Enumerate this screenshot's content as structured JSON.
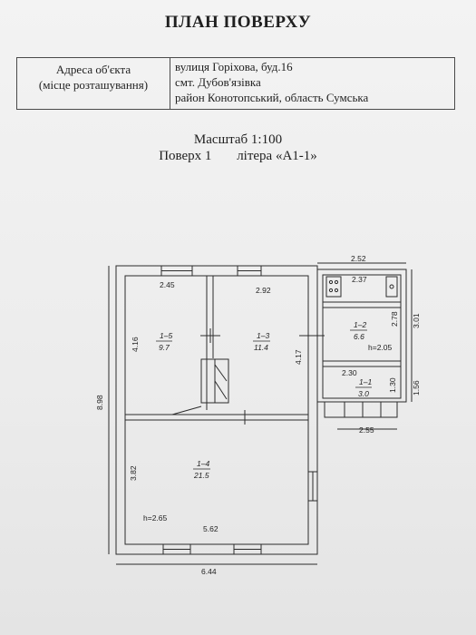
{
  "title": "ПЛАН ПОВЕРХУ",
  "address": {
    "label_line1": "Адреса об'єкта",
    "label_line2": "(місце розташування)",
    "line1": "вулиця Горіхова, буд.16",
    "line2": "смт. Дубов'язівка",
    "line3": "район  Конотопський, область Сумська"
  },
  "scale": "Масштаб 1:100",
  "floor": "Поверх 1",
  "litera": "літера «А1-1»",
  "rooms": {
    "r15_id": "1–5",
    "r15_area": "9.7",
    "r13_id": "1–3",
    "r13_area": "11.4",
    "r14_id": "1–4",
    "r14_area": "21.5",
    "r12_id": "1–2",
    "r12_area": "6.6",
    "r11_id": "1–1",
    "r11_area": "3.0"
  },
  "dims": {
    "d252": "2.52",
    "d237": "2.37",
    "d245": "2.45",
    "d292": "2.92",
    "d416": "4.16",
    "d417": "4.17",
    "d898": "8.98",
    "d382": "3.82",
    "d562": "5.62",
    "d644": "6.44",
    "d278": "2.78",
    "d301": "3.01",
    "d230": "2.30",
    "d130": "1.30",
    "d156": "1.56",
    "d255": "2.55",
    "h205": "h=2.05",
    "h265": "h=2.65"
  },
  "colors": {
    "line": "#2b2b2b",
    "paper": "#efefef"
  }
}
